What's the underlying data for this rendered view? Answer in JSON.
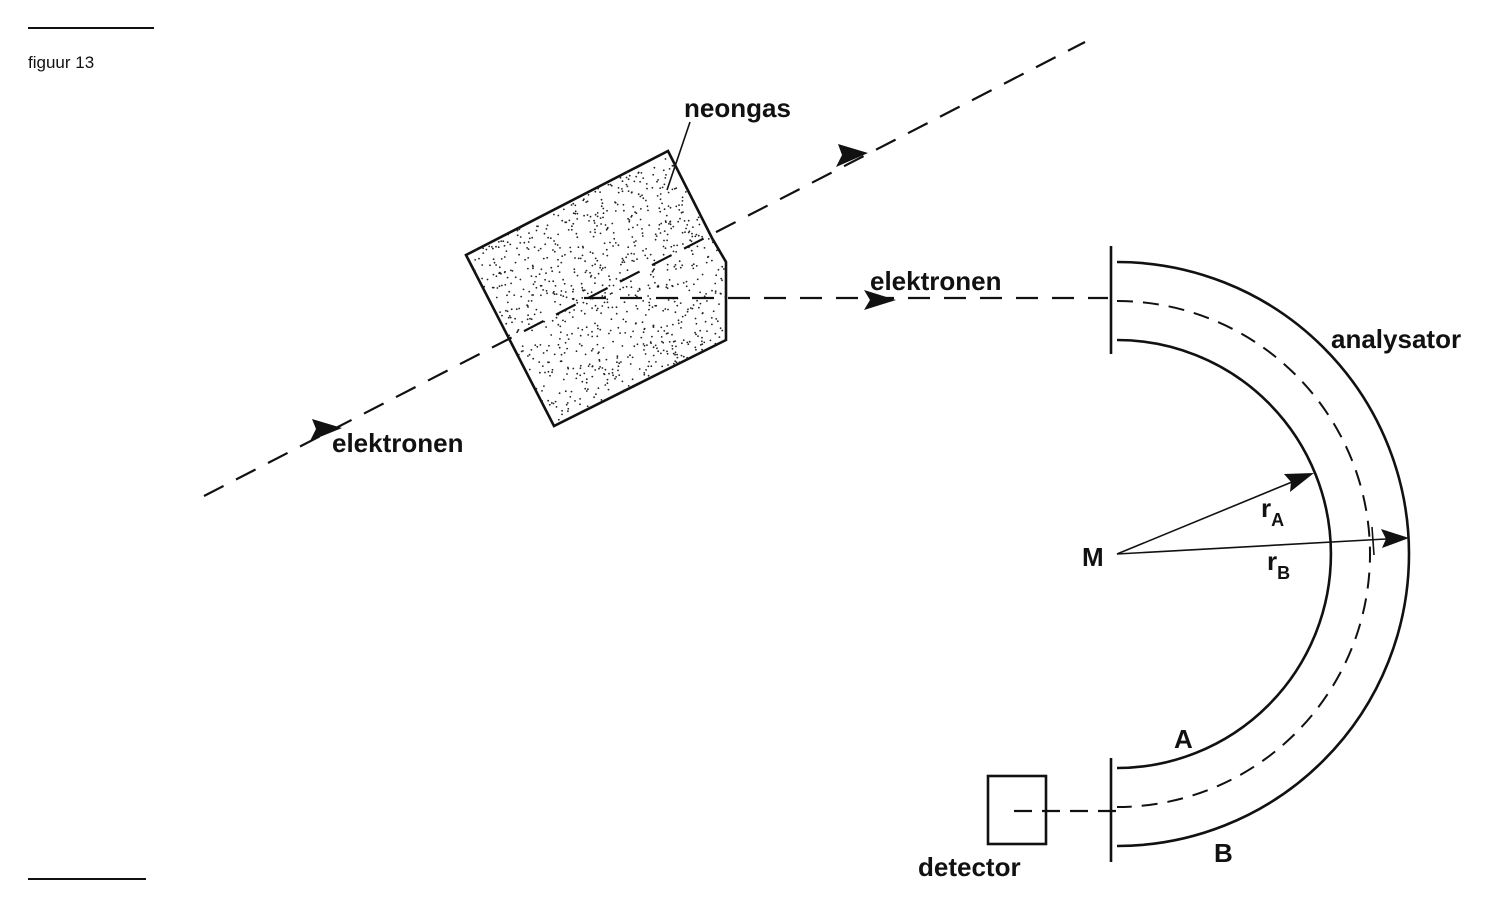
{
  "figure": {
    "caption": "figuur 13",
    "labels": {
      "neongas": "neongas",
      "electrons_in": "elektronen",
      "electrons_out": "elektronen",
      "analyzer": "analysator",
      "center": "M",
      "radius_a_main": "r",
      "radius_a_sub": "A",
      "radius_b_main": "r",
      "radius_b_sub": "B",
      "plate_a": "A",
      "plate_b": "B",
      "detector": "detector"
    }
  }
}
